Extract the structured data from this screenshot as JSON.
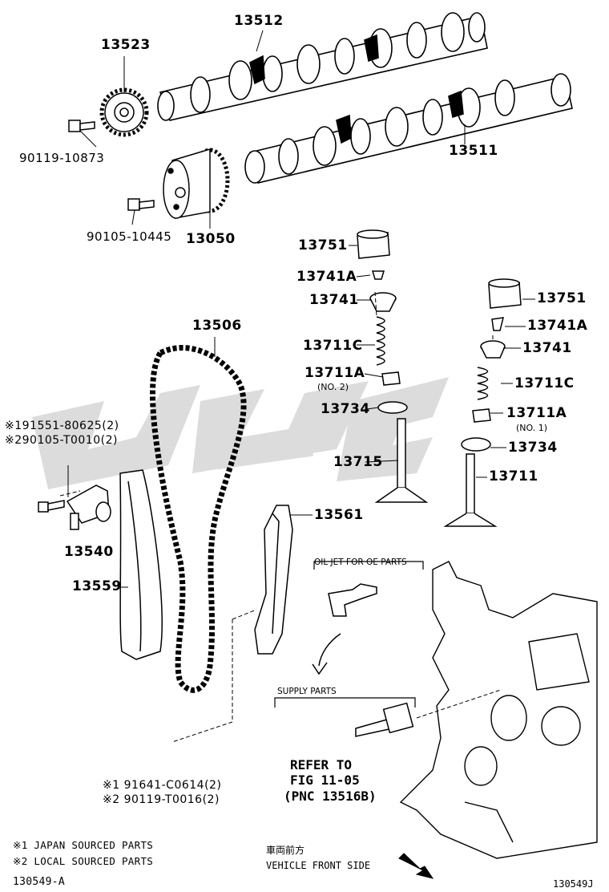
{
  "diagram": {
    "parts": {
      "camshaft_intake": "13512",
      "camshaft_exhaust": "13511",
      "sprocket": "13523",
      "bolt_sprocket": "90119-10873",
      "vvt_gear": "13050",
      "bolt_vvt": "90105-10445",
      "chain": "13506",
      "lifter_a": "13751",
      "keeper_a": "13741A",
      "retainer_a": "13741",
      "spring_a": "13711C",
      "seal_a": "13711A",
      "seal_a_note": "(NO. 2)",
      "seat_a": "13734",
      "valve_a": "13715",
      "lifter_b": "13751",
      "keeper_b": "13741A",
      "retainer_b": "13741",
      "spring_b": "13711C",
      "seal_b": "13711A",
      "seal_b_note": "(NO. 1)",
      "seat_b": "13734",
      "valve_b": "13711",
      "tensioner_bolt_1": "※191551-80625(2)",
      "tensioner_bolt_2": "※290105-T0010(2)",
      "tensioner": "13540",
      "slipper": "13559",
      "damper": "13561",
      "damper_bolt_1": "※1 91641-C0614(2)",
      "damper_bolt_2": "※2 90119-T0016(2)"
    },
    "callouts": {
      "oil_jet": "OIL JET FOR OE PARTS",
      "supply": "SUPPLY PARTS",
      "refer_line1": "REFER TO",
      "refer_line2": "FIG 11-05",
      "refer_line3": "(PNC 13516B)"
    },
    "notes": {
      "note1": "※1 JAPAN SOURCED PARTS",
      "note2": "※2 LOCAL SOURCED PARTS",
      "front_jp": "車両前方",
      "front_en": "VEHICLE FRONT SIDE"
    },
    "ids": {
      "figure_id": "130549-A",
      "corner_id": "130549J"
    }
  }
}
